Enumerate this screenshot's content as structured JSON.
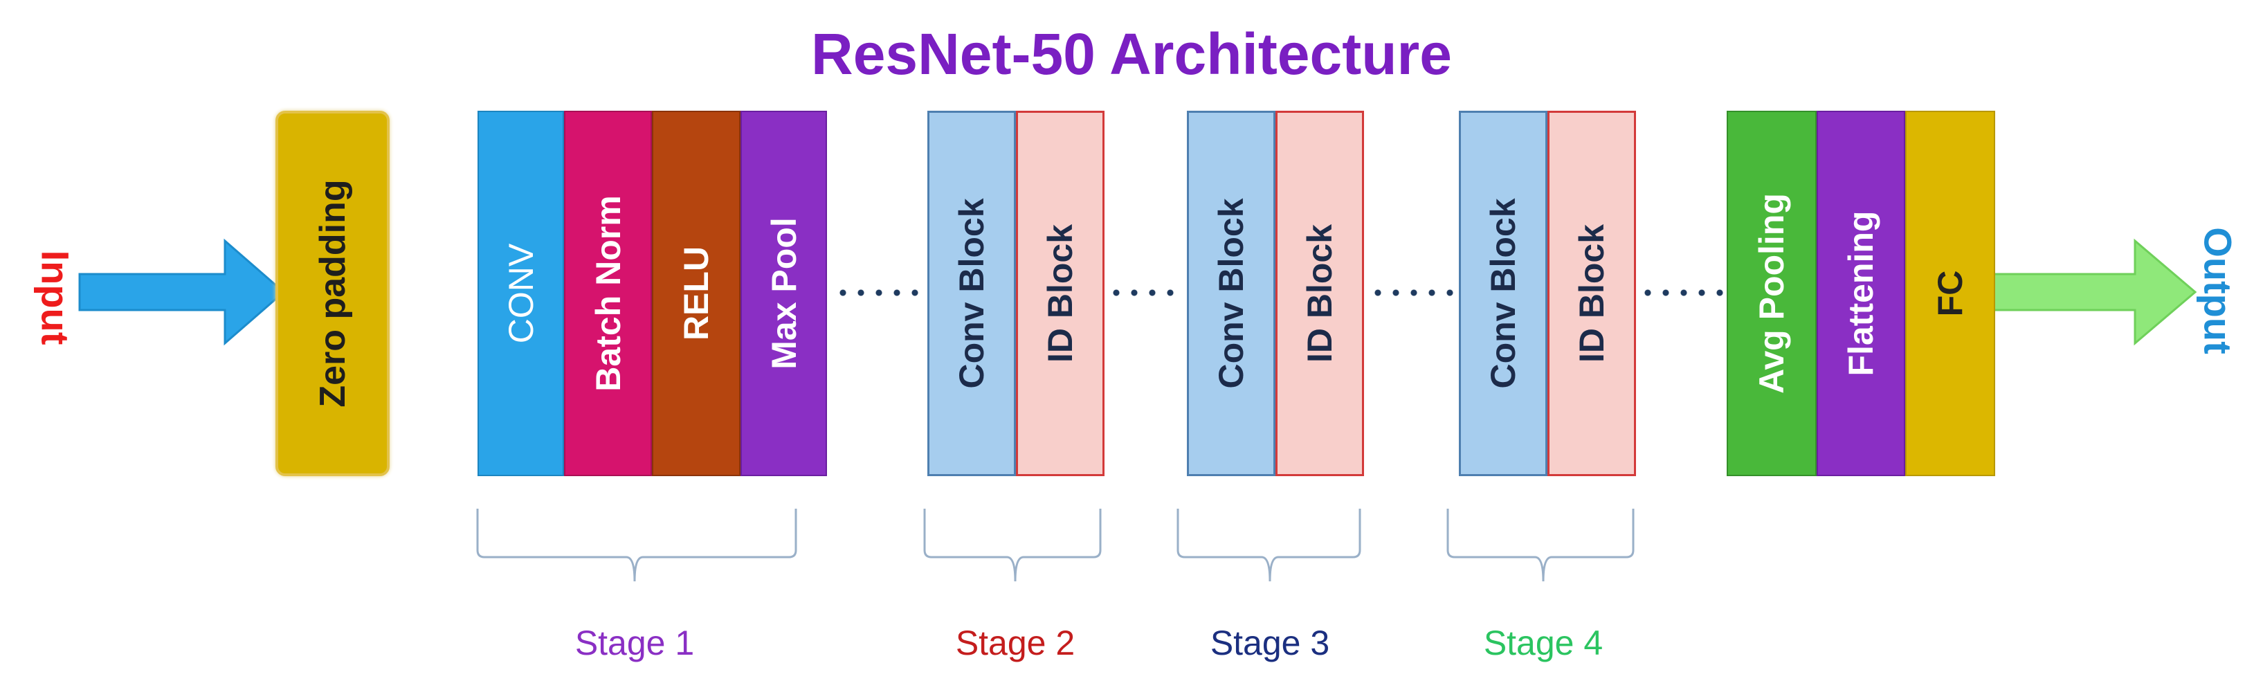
{
  "title": "ResNet-50 Architecture",
  "input_label": "Input",
  "output_label": "Output",
  "zero_padding": "Zero padding",
  "stage1_layers": [
    {
      "label": "CONV",
      "color": "#2aa4e8",
      "text_color": "#ffffff"
    },
    {
      "label": "Batch Norm",
      "color": "#d6136d",
      "text_color": "#ffffff"
    },
    {
      "label": "RELU",
      "color": "#b5450f",
      "text_color": "#ffffff"
    },
    {
      "label": "Max Pool",
      "color": "#8a2fc4",
      "text_color": "#ffffff"
    }
  ],
  "conv_block_label": "Conv Block",
  "id_block_label": "ID Block",
  "tail_layers": [
    {
      "label": "Avg Pooling",
      "color": "#49b83a",
      "text_color": "#ffffff"
    },
    {
      "label": "Flattening",
      "color": "#8a2fc4",
      "text_color": "#ffffff"
    },
    {
      "label": "FC",
      "color": "#dcb700",
      "text_color": "#222222"
    }
  ],
  "stages": [
    {
      "label": "Stage 1",
      "color": "#8a2fc4"
    },
    {
      "label": "Stage 2",
      "color": "#c41d1d"
    },
    {
      "label": "Stage 3",
      "color": "#1b2f80"
    },
    {
      "label": "Stage 4",
      "color": "#2bc460"
    }
  ],
  "colors": {
    "title": "#7a1fc2",
    "input": "#ee1c1c",
    "output": "#1f8fd6",
    "conv_block": "#a6cdee",
    "id_block": "#f8cfcb",
    "input_arrow": "#2aa4e8",
    "output_arrow": "#8fe87a"
  }
}
